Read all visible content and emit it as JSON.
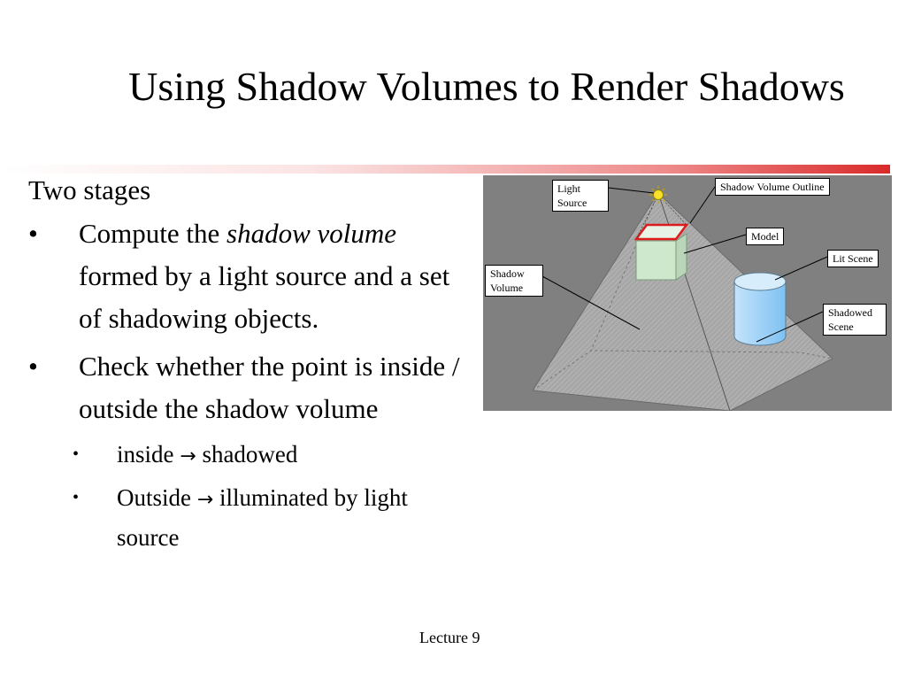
{
  "slide": {
    "title": "Using Shadow Volumes to Render Shadows",
    "heading": "Two stages",
    "bullets": [
      {
        "pre": "Compute the ",
        "emph": "shadow volume",
        "post": " formed by a light source and a set of shadowing objects."
      },
      {
        "text": "Check whether the point is inside / outside the shadow volume"
      }
    ],
    "sub_bullets": [
      {
        "pre": "inside ",
        "arrow": "→",
        "post": " shadowed"
      },
      {
        "pre": "Outside ",
        "arrow": "→",
        "post": " illuminated by light source"
      }
    ],
    "footer": "Lecture 9"
  },
  "figure": {
    "callouts": {
      "light_source": "Light\nSource",
      "shadow_volume_outline": "Shadow Volume Outline",
      "model": "Model",
      "lit_scene": "Lit Scene",
      "shadow_volume": "Shadow\nVolume",
      "shadowed_scene": "Shadowed\nScene"
    }
  },
  "colors": {
    "accent_red": "#d92a2a",
    "figure_background": "#808080",
    "model_fill": "#cde8cc",
    "cylinder_fill": "#9fd0f5"
  }
}
